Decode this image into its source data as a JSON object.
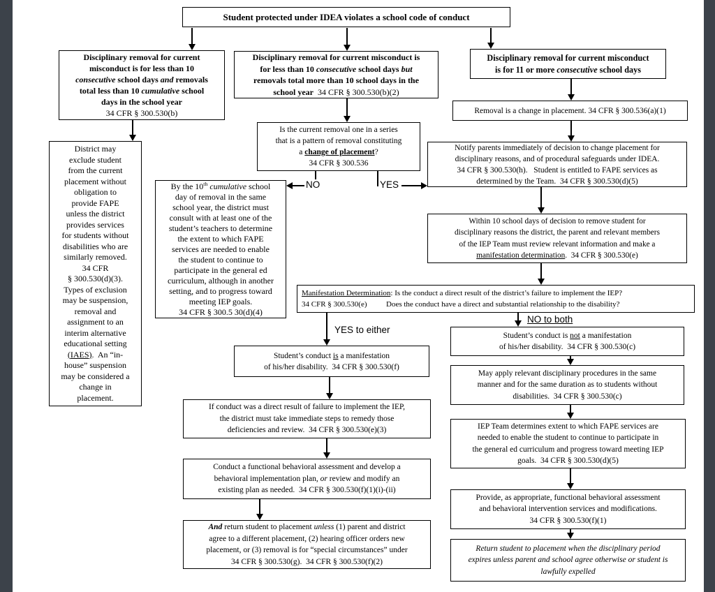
{
  "page": {
    "background": "#ffffff",
    "edge_color": "#3c424a",
    "box_border_color": "#000000"
  },
  "labels": {
    "no": "NO",
    "yes": "YES",
    "yes_to_either": "YES to either",
    "no_to_both": "NO to both"
  },
  "boxes": {
    "top": {
      "runs": [
        {
          "t": "Student protected under IDEA violates a school code of conduct",
          "s": "b"
        }
      ]
    },
    "left_lt10": {
      "runs": [
        {
          "t": "Disciplinary removal for current\nmisconduct is for less than 10\n",
          "s": "b"
        },
        {
          "t": "consecutive",
          "s": "bi"
        },
        {
          "t": " school days ",
          "s": "b"
        },
        {
          "t": "and",
          "s": "bi"
        },
        {
          "t": " removals\ntotal less than 10 ",
          "s": "b"
        },
        {
          "t": "cumulative",
          "s": "bi"
        },
        {
          "t": " school\ndays in the school year",
          "s": "b"
        },
        {
          "t": "\n34 CFR § 300.530(b)",
          "s": ""
        }
      ]
    },
    "mid_lt10": {
      "runs": [
        {
          "t": "Disciplinary removal for current misconduct is\nfor less than 10 ",
          "s": "b"
        },
        {
          "t": "consecutive",
          "s": "bi"
        },
        {
          "t": " school days ",
          "s": "b"
        },
        {
          "t": "but",
          "s": "bi"
        },
        {
          "t": "\nremovals total more than 10 school days in the\nschool year",
          "s": "b"
        },
        {
          "t": "  34 CFR § 300.530(b)(2)",
          "s": ""
        }
      ]
    },
    "right_11plus": {
      "runs": [
        {
          "t": "Disciplinary removal for current misconduct\nis for 11 or more ",
          "s": "b"
        },
        {
          "t": "consecutive",
          "s": "bi"
        },
        {
          "t": " school days",
          "s": "b"
        }
      ]
    },
    "removal_change": {
      "runs": [
        {
          "t": "Removal is a change in placement. 34 CFR § 300.536(a)(1)",
          "s": ""
        }
      ]
    },
    "district_exclude": {
      "runs": [
        {
          "t": "District may\nexclude student\nfrom the current\nplacement without\nobligation to\nprovide FAPE\nunless the district\nprovides services\nfor students without\ndisabilities who are\nsimilarly removed.\n34 CFR\n§ 300.530(d)(3).\nTypes of exclusion\nmay be suspension,\nremoval and\nassignment to an\ninterim alternative\neducational setting\n",
          "s": ""
        },
        {
          "t": "(IAES)",
          "s": "u"
        },
        {
          "t": ".  An “in-\nhouse” suspension\nmay be considered a\nchange in\nplacement.",
          "s": ""
        }
      ]
    },
    "question_pattern": {
      "runs": [
        {
          "t": "Is the current removal one in a series\nthat is a pattern of removal constituting\na ",
          "s": ""
        },
        {
          "t": "change of placement",
          "s": "bu"
        },
        {
          "t": "?\n34 CFR § 300.536",
          "s": ""
        }
      ]
    },
    "tenth_day": {
      "runs": [
        {
          "t": "By the 10",
          "s": ""
        },
        {
          "t": "th",
          "s": "p"
        },
        {
          "t": " ",
          "s": ""
        },
        {
          "t": "cumulative",
          "s": "i"
        },
        {
          "t": " school\nday of removal in the same\nschool year, the district must\nconsult with at least one of the\nstudent’s teachers to determine\nthe extent to which FAPE\nservices are needed to enable\nthe student to continue to\nparticipate in the general ed\ncurriculum, although in another\nsetting, and to progress toward\nmeeting IEP goals.\n34 CFR § 300.5 30(d)(4)",
          "s": ""
        }
      ]
    },
    "notify_parents": {
      "runs": [
        {
          "t": "Notify parents immediately of decision to change placement for\ndisciplinary reasons, and of procedural safeguards under IDEA.\n34 CFR § 300.530(h).   Student is entitled to FAPE services as\ndetermined by the Team.  34 CFR § 300.530(d)(5)",
          "s": ""
        }
      ]
    },
    "within_10_days": {
      "runs": [
        {
          "t": "Within 10 school days of decision to remove student for\ndisciplinary reasons the district, the parent and relevant members\nof the IEP Team must review relevant information and make a\n",
          "s": ""
        },
        {
          "t": "manifestation determination",
          "s": "u"
        },
        {
          "t": ".  34 CFR § 300.530(e)",
          "s": ""
        }
      ]
    },
    "manifestation": {
      "runs": [
        {
          "t": "Manifestation Determination",
          "s": "u"
        },
        {
          "t": ": Is the conduct a direct result of the district’s failure to implement the IEP?\n34 CFR § 300.530(e)          Does the conduct have a direct and substantial relationship to the disability?",
          "s": ""
        }
      ]
    },
    "is_manifestation": {
      "runs": [
        {
          "t": "Student’s conduct ",
          "s": ""
        },
        {
          "t": "is",
          "s": "u"
        },
        {
          "t": " a manifestation\nof his/her disability.  34 CFR § 300.530(f)",
          "s": ""
        }
      ]
    },
    "if_conduct": {
      "runs": [
        {
          "t": "If conduct was a direct result of failure to implement the IEP,\nthe district must take immediate steps to remedy those\ndeficiencies and review.  34 CFR § 300.530(e)(3)",
          "s": ""
        }
      ]
    },
    "fba": {
      "runs": [
        {
          "t": "Conduct a functional behavioral assessment and develop a\nbehavioral implementation plan, ",
          "s": ""
        },
        {
          "t": "or",
          "s": "i"
        },
        {
          "t": " review and modify an\nexisting plan as needed.  34 CFR § 300.530(f)(1)(i)-(ii)",
          "s": ""
        }
      ]
    },
    "and_return": {
      "runs": [
        {
          "t": "And",
          "s": "bi"
        },
        {
          "t": " return student to placement ",
          "s": ""
        },
        {
          "t": "unless",
          "s": "i"
        },
        {
          "t": " (1) parent and district\nagree to a different placement, (2) hearing officer orders new\nplacement, or (3) removal is for “special circumstances” under\n34 CFR § 300.530(g).  34 CFR § 300.530(f)(2)",
          "s": ""
        }
      ]
    },
    "not_manifestation": {
      "runs": [
        {
          "t": "Student’s conduct is ",
          "s": ""
        },
        {
          "t": "not",
          "s": "u"
        },
        {
          "t": " a manifestation\nof his/her disability.  34 CFR § 300.530(c)",
          "s": ""
        }
      ]
    },
    "may_apply": {
      "runs": [
        {
          "t": "May apply relevant disciplinary procedures in the same\nmanner and for the same duration as to students without\ndisabilities.  34 CFR § 300.530(c)",
          "s": ""
        }
      ]
    },
    "iep_team": {
      "runs": [
        {
          "t": "IEP Team determines extent to which FAPE services are\nneeded to enable the student to continue to participate in\nthe general ed curriculum and progress toward meeting IEP\ngoals.  34 CFR § 300.530(d)(5)",
          "s": ""
        }
      ]
    },
    "provide_fba": {
      "runs": [
        {
          "t": "Provide, as appropriate, functional behavioral assessment\nand behavioral intervention services and modifications.\n34 CFR § 300.530(f)(1)",
          "s": ""
        }
      ]
    },
    "return_expelled": {
      "runs": [
        {
          "t": "Return student to placement when the disciplinary period\nexpires unless parent and school agree otherwise or student is\nlawfully expelled",
          "s": "i"
        }
      ]
    }
  }
}
